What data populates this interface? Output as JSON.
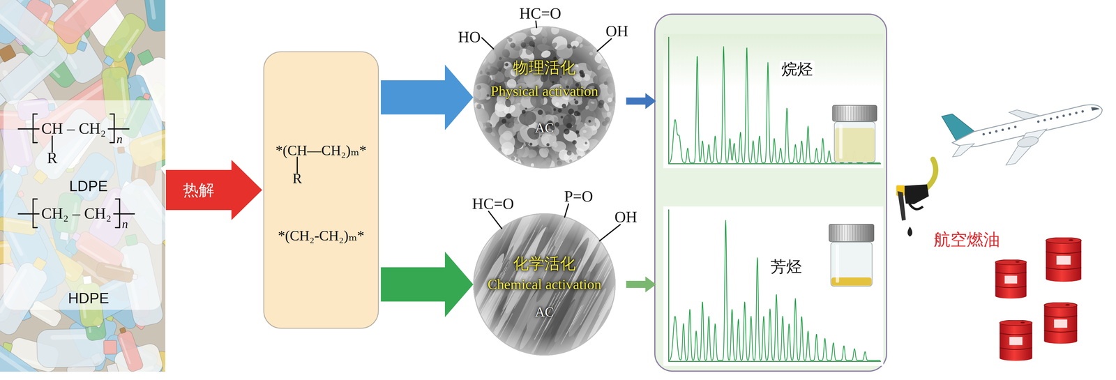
{
  "diagram": {
    "nodes": [
      {
        "text": [
          "CH – CH₂",
          "R",
          "n",
          "LDPE",
          "CH₂ – CH₂",
          "n",
          "HDPE"
        ]
      },
      {
        "text": [
          "*(CH—CH₂)ₘ*",
          "R",
          "*(CH₂-CH₂)ₘ*"
        ]
      },
      {
        "text": [
          "HC=O",
          "HO",
          "OH",
          "物理活化",
          "Physical activation",
          "AC"
        ]
      },
      {
        "text": [
          "HC=O",
          "P=O",
          "OH",
          "化学活化",
          "Chemical activation",
          "AC"
        ]
      },
      {
        "text": [
          "烷烃"
        ]
      },
      {
        "text": [
          "芳烃"
        ]
      }
    ],
    "edges": [
      {
        "from": 0,
        "to": 1,
        "label": "热解",
        "arrow": "to"
      },
      {
        "from": 1,
        "to": 2,
        "arrow": "to"
      },
      {
        "from": 1,
        "to": 3,
        "arrow": "to"
      },
      {
        "from": 2,
        "to": 4,
        "arrow": "to"
      },
      {
        "from": 3,
        "to": 5,
        "arrow": "to"
      }
    ],
    "labels": [
      "航空燃油"
    ]
  }
}
